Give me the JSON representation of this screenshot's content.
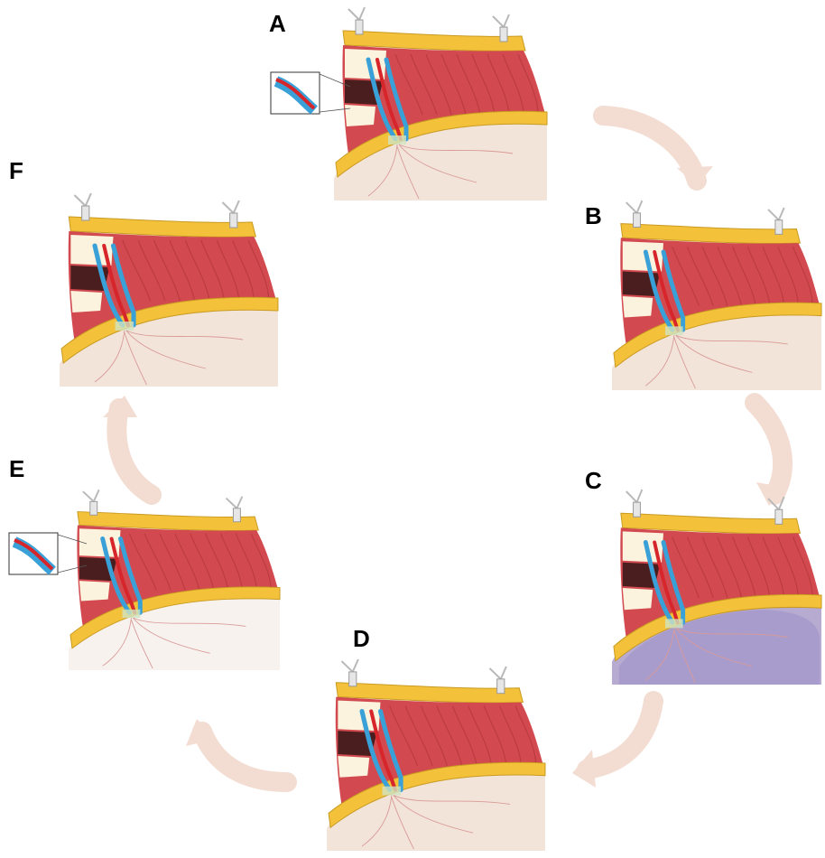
{
  "panels": [
    {
      "id": "A",
      "label": "A",
      "inset": "vessel-cross-section",
      "tissue": "#f2e4d8"
    },
    {
      "id": "B",
      "label": "B",
      "inset": null,
      "tissue": "#f2e4d8"
    },
    {
      "id": "C",
      "label": "C",
      "inset": null,
      "tissue": "#b7abd2"
    },
    {
      "id": "D",
      "label": "D",
      "inset": null,
      "tissue": "#f2e4d8"
    },
    {
      "id": "E",
      "label": "E",
      "inset": "vessel-anastomosis",
      "tissue": "#f7f2ee"
    },
    {
      "id": "F",
      "label": "F",
      "inset": null,
      "tissue": "#f2e4d8"
    }
  ],
  "sequence": [
    "A",
    "B",
    "C",
    "D",
    "E",
    "F"
  ],
  "colors": {
    "skin_edge": "#f3c23a",
    "muscle": "#d24a4f",
    "artery": "#d7262b",
    "vein": "#3aa0d8",
    "cycle_arrow": "#f3ddd3",
    "retractor": "#b9b9b9"
  }
}
